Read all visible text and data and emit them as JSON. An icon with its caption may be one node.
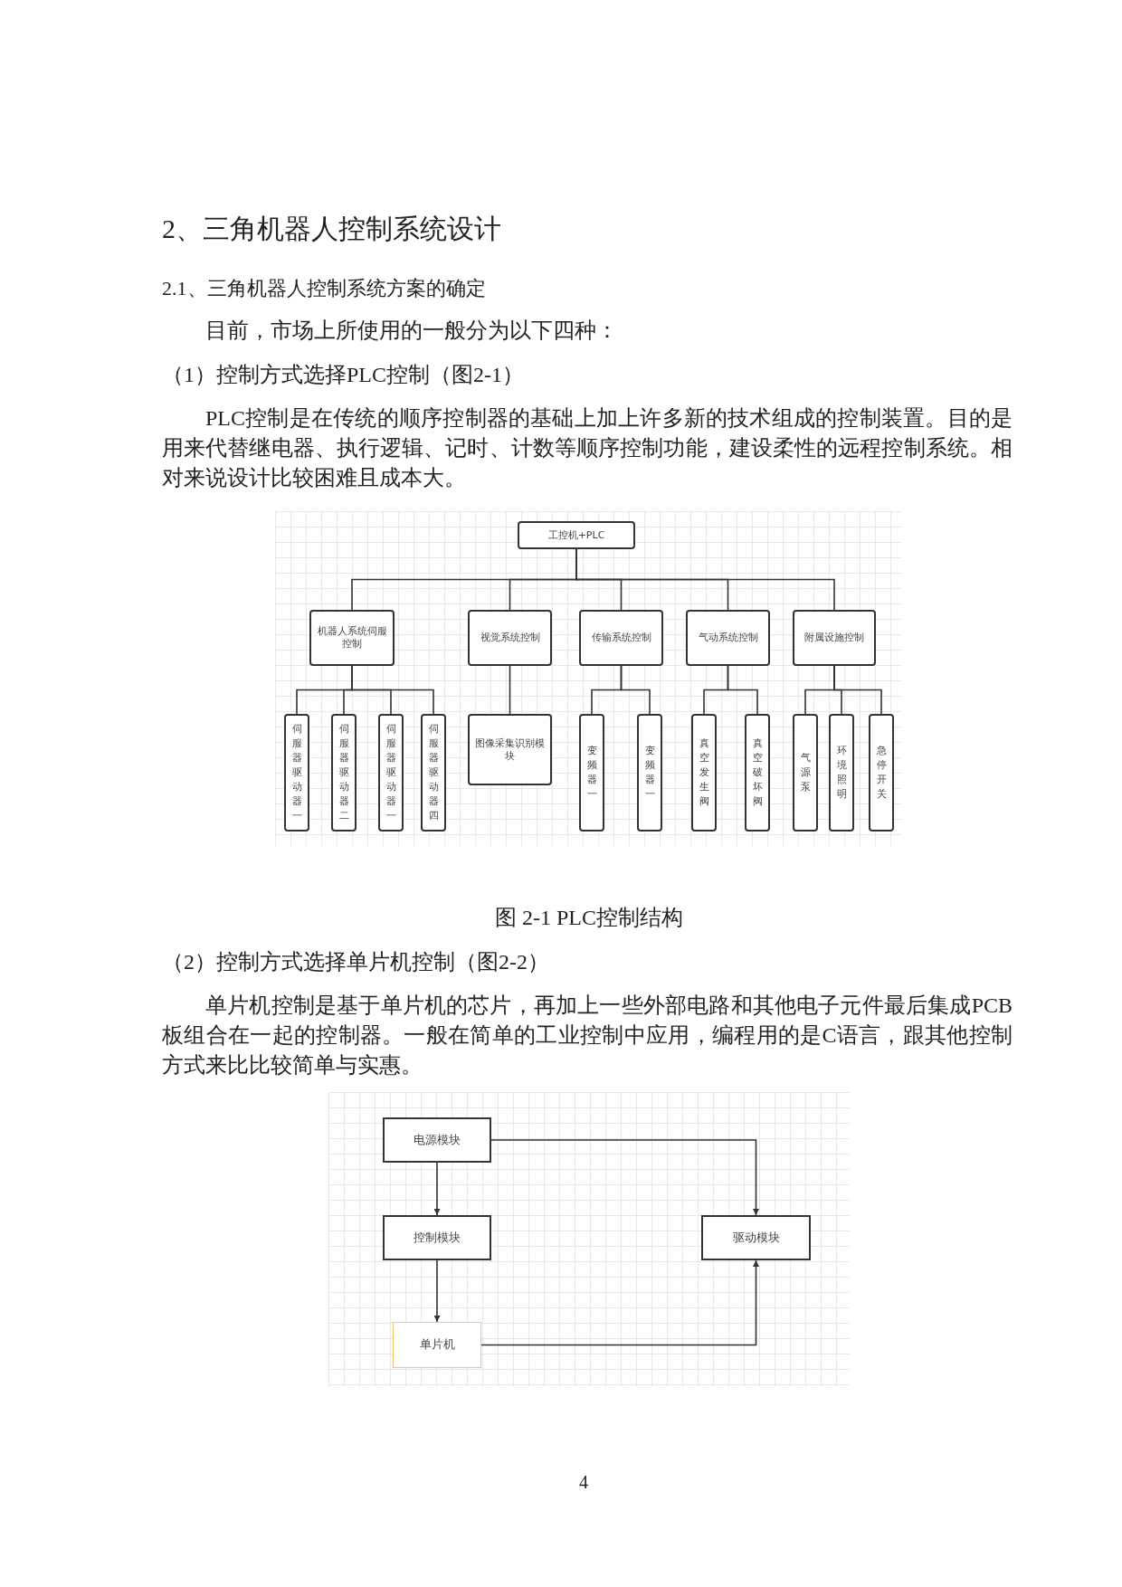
{
  "diagram": {
    "title": "2、三角机器人控制系统设计",
    "caption": "图 2-1 PLC控制结构",
    "nodes": [
      {
        "text": [
          "工控机+PLC"
        ]
      },
      {
        "text": [
          "机器人系统伺服控制"
        ]
      },
      {
        "text": [
          "视觉系统控制"
        ]
      },
      {
        "text": [
          "传输系统控制"
        ]
      },
      {
        "text": [
          "气动系统控制"
        ]
      },
      {
        "text": [
          "附属设施控制"
        ]
      },
      {
        "text": [
          "伺服器驱动器一"
        ]
      },
      {
        "text": [
          "伺服器驱动器二"
        ]
      },
      {
        "text": [
          "伺服器驱动器一"
        ]
      },
      {
        "text": [
          "伺服器驱动器四"
        ]
      },
      {
        "text": [
          "图像采集识别模块"
        ]
      },
      {
        "text": [
          "变频器一"
        ]
      },
      {
        "text": [
          "变频器一"
        ]
      },
      {
        "text": [
          "真空发生阀"
        ]
      },
      {
        "text": [
          "真空破坏阀"
        ]
      },
      {
        "text": [
          "气源泵"
        ]
      },
      {
        "text": [
          "环境照明"
        ]
      },
      {
        "text": [
          "急停开关"
        ]
      },
      {
        "text": [
          "电源模块"
        ]
      },
      {
        "text": [
          "控制模块"
        ]
      },
      {
        "text": [
          "单片机"
        ]
      },
      {
        "text": [
          "驱动模块"
        ]
      }
    ],
    "edges": [
      {
        "from": 0,
        "to": 1,
        "arrow": "none"
      },
      {
        "from": 0,
        "to": 2,
        "arrow": "none"
      },
      {
        "from": 0,
        "to": 3,
        "arrow": "none"
      },
      {
        "from": 0,
        "to": 4,
        "arrow": "none"
      },
      {
        "from": 0,
        "to": 5,
        "arrow": "none"
      },
      {
        "from": 1,
        "to": 6,
        "arrow": "none"
      },
      {
        "from": 1,
        "to": 7,
        "arrow": "none"
      },
      {
        "from": 1,
        "to": 8,
        "arrow": "none"
      },
      {
        "from": 1,
        "to": 9,
        "arrow": "none"
      },
      {
        "from": 2,
        "to": 10,
        "arrow": "none"
      },
      {
        "from": 3,
        "to": 11,
        "arrow": "none"
      },
      {
        "from": 3,
        "to": 12,
        "arrow": "none"
      },
      {
        "from": 4,
        "to": 13,
        "arrow": "none"
      },
      {
        "from": 4,
        "to": 14,
        "arrow": "none"
      },
      {
        "from": 5,
        "to": 15,
        "arrow": "none"
      },
      {
        "from": 5,
        "to": 16,
        "arrow": "none"
      },
      {
        "from": 5,
        "to": 17,
        "arrow": "none"
      },
      {
        "from": 18,
        "to": 19,
        "arrow": "to"
      },
      {
        "from": 18,
        "to": 21,
        "arrow": "to"
      },
      {
        "from": 19,
        "to": 20,
        "arrow": "to"
      },
      {
        "from": 20,
        "to": 21,
        "arrow": "to"
      }
    ],
    "labels": [
      "2.1、三角机器人控制系统方案的确定",
      "目前，市场上所使用的一般分为以下四种：",
      "（1）控制方式选择PLC控制（图2-1）",
      "PLC控制是在传统的顺序控制器的基础上加上许多新的技术组成的控制装置。目的是用来代替继电器、执行逻辑、记时、计数等顺序控制功能，建设柔性的远程控制系统。相对来说设计比较困难且成本大。",
      "（2）控制方式选择单片机控制（图2-2）",
      "单片机控制是基于单片机的芯片，再加上一些外部电路和其他电子元件最后集成PCB板组合在一起的控制器。一般在简单的工业控制中应用，编程用的是C语言，跟其他控制方式来比比较简单与实惠。",
      "4"
    ]
  }
}
